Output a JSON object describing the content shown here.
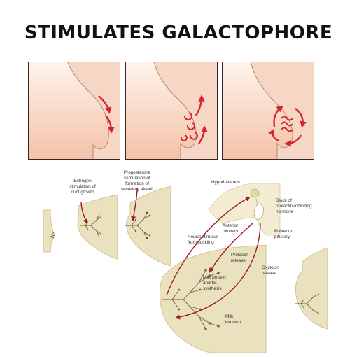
{
  "title": "STIMULATES GALACTOPHORE",
  "colors": {
    "skin_top": "#fff4ec",
    "skin_bottom": "#f3c2a6",
    "arrow_red": "#d9232e",
    "gland_fill": "#eae2bf",
    "duct_brown": "#6d5a2c",
    "pathway_red": "#9b1b22",
    "frame": "#3b2228"
  },
  "icons": [
    "arrow-down-icon",
    "arrow-up-icon",
    "wave-icon"
  ],
  "labels": {
    "estrogen": [
      "Estrogen",
      "stimulation of",
      "duct growth"
    ],
    "progesterone": [
      "Progesterone",
      "stimulation of",
      "formation of",
      "secretory alveoli"
    ],
    "hypothalamus": [
      "Hypothalamus"
    ],
    "block": [
      "Block of",
      "prolactin-inhibiting",
      "hormone"
    ],
    "anterior": [
      "Anterior",
      "pituitary"
    ],
    "posterior": [
      "Posterior",
      "pituitary"
    ],
    "neural": [
      "Neural stimulus",
      "from suckling"
    ],
    "prolactin": [
      "Prolactin",
      "release"
    ],
    "oxytocin": [
      "Oxytocin",
      "release"
    ],
    "milk_protein": [
      "Milk protein",
      "and fat",
      "synthesis"
    ],
    "milk_letdown": [
      "Milk",
      "letdown"
    ]
  }
}
